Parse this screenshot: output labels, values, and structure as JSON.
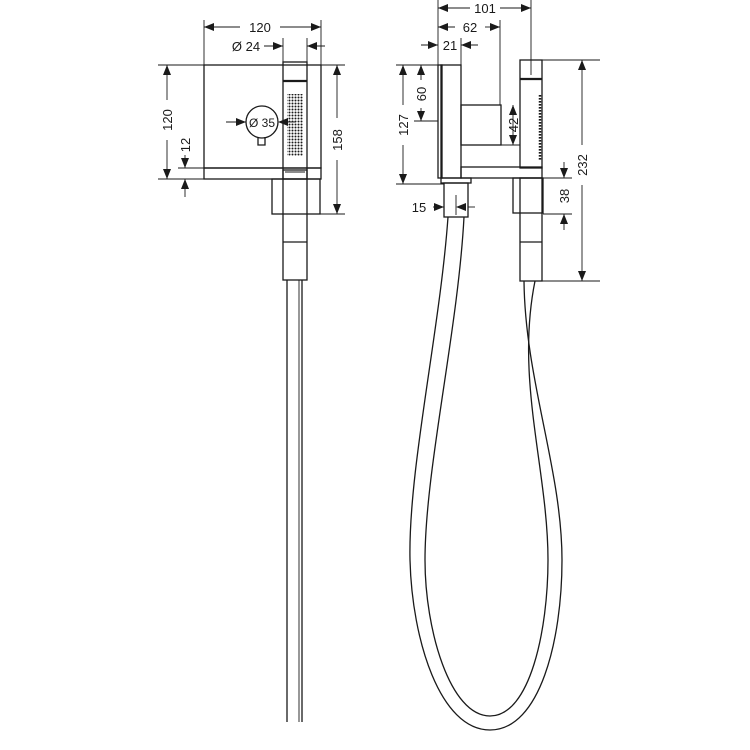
{
  "drawing": {
    "title": "Hand shower set with wall outlet - technical dimensions",
    "line_color": "#1a1a1a",
    "background": "#ffffff"
  },
  "front_view": {
    "dimensions": {
      "width_total": "120",
      "handle_diameter": "Ø 24",
      "valve_diameter": "Ø 35",
      "height_body": "120",
      "base_offset": "12",
      "height_total": "158"
    }
  },
  "side_view": {
    "dimensions": {
      "depth_total": "101",
      "depth_outlet": "62",
      "plate_thickness": "21",
      "outlet_offset": "60",
      "outlet_height": "42",
      "body_height": "127",
      "hose_connector": "15",
      "holder_height": "38",
      "shower_length": "232"
    }
  }
}
